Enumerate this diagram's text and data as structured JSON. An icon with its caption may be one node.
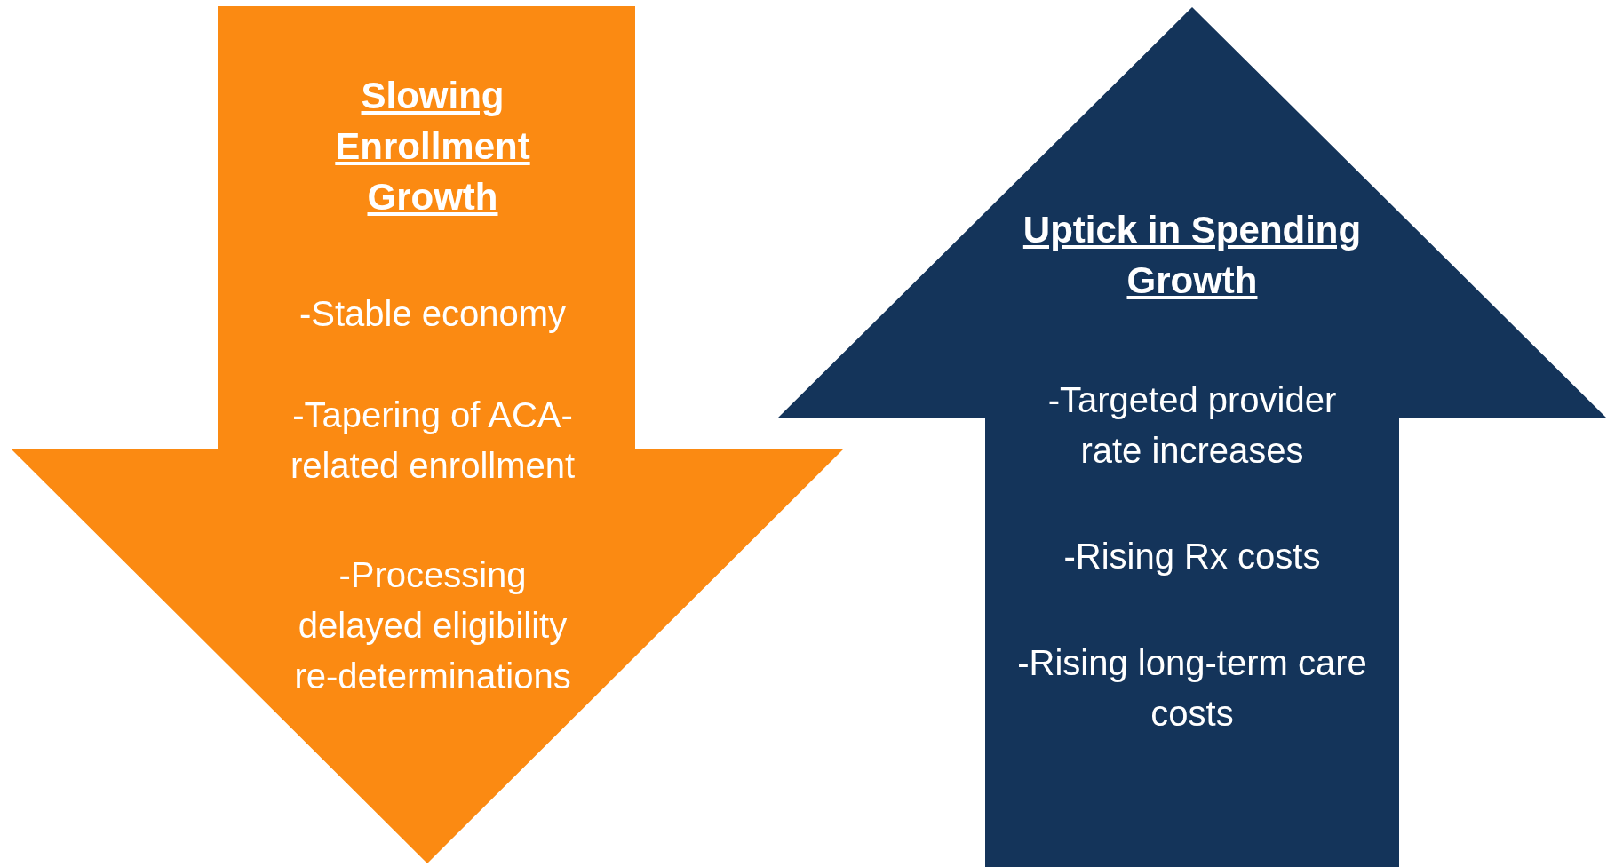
{
  "diagram": {
    "nodes": [
      {
        "text": [
          "Slowing Enrollment Growth",
          "-Stable economy",
          "-Tapering of ACA-related enrollment",
          "-Processing delayed eligibility re-determinations"
        ]
      },
      {
        "text": [
          "Uptick in Spending Growth",
          "-Targeted provider rate increases",
          "-Rising Rx costs",
          "-Rising long-term care costs"
        ]
      }
    ],
    "edges": []
  }
}
